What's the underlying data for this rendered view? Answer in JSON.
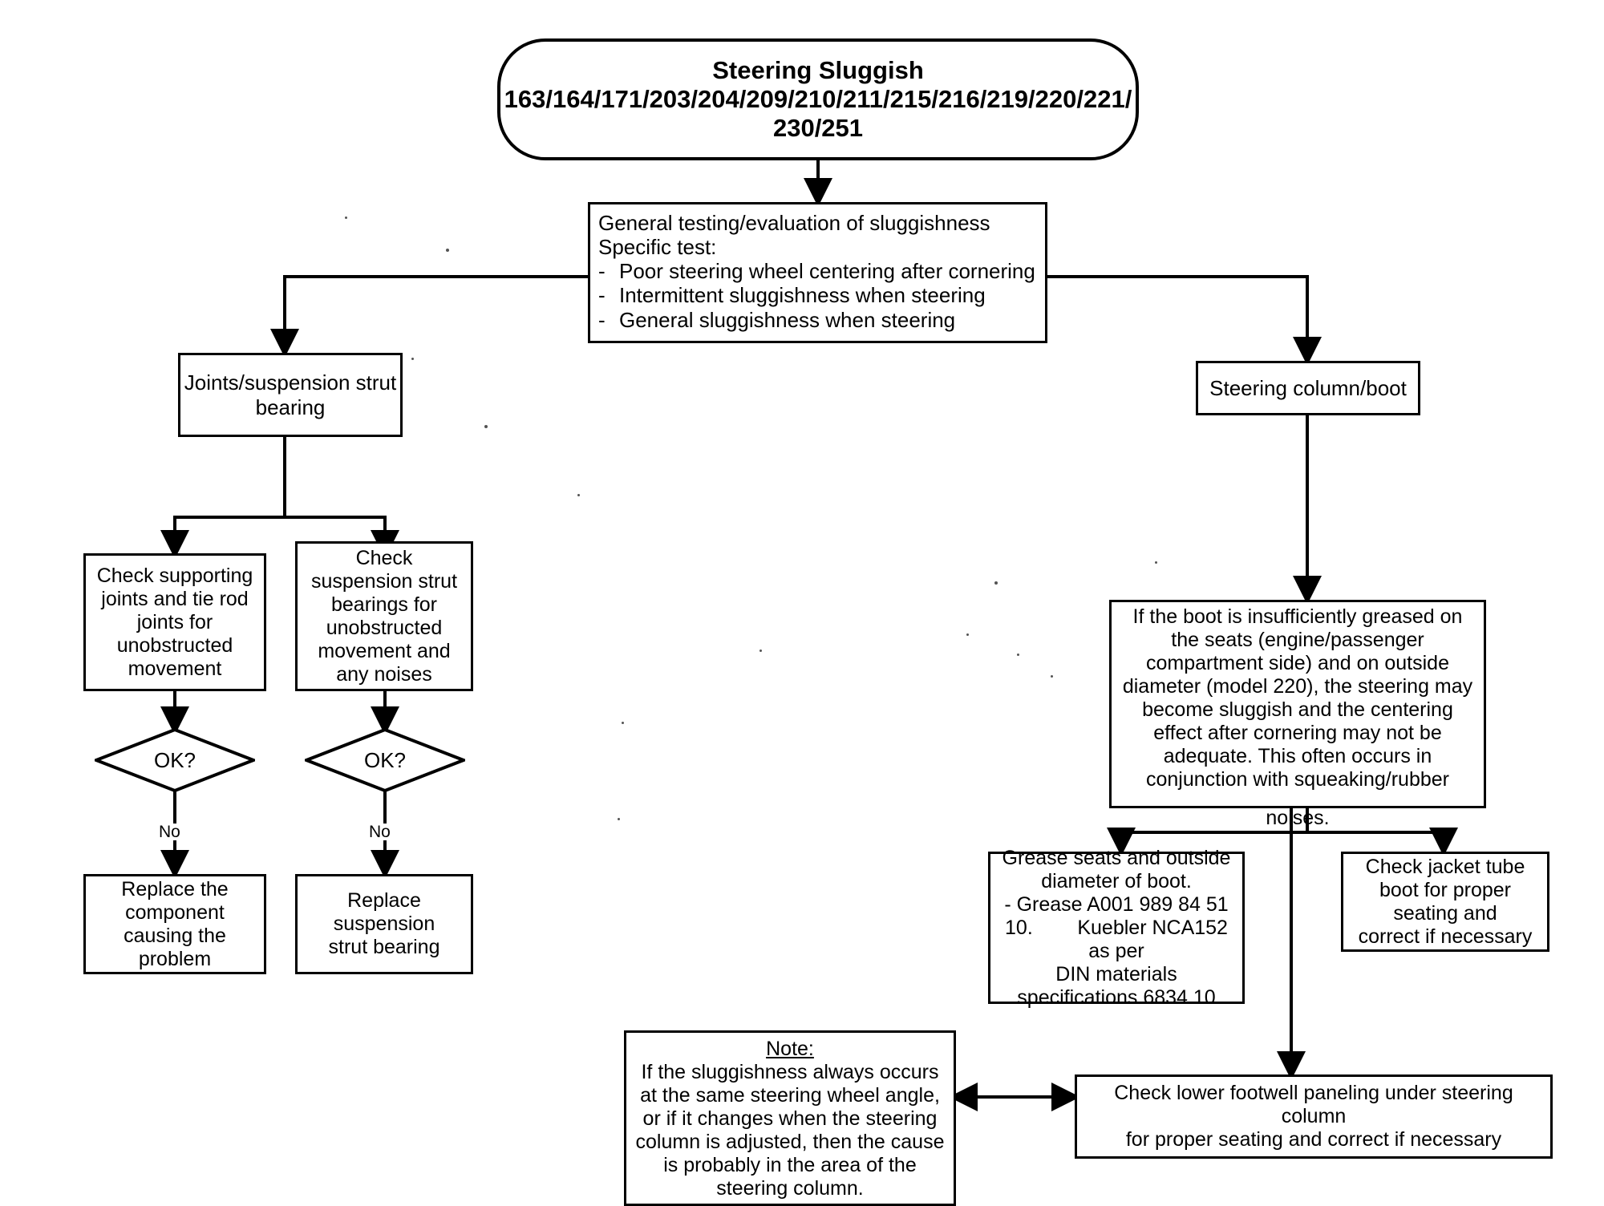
{
  "diagram": {
    "type": "flowchart",
    "title_node": {
      "name": "steering-sluggish-title",
      "lines": [
        "Steering Sluggish",
        "163/164/171/203/204/209/210/211/215/216/219/220/221/",
        "230/251"
      ]
    },
    "general_test_node": {
      "name": "general-testing-box",
      "heading_lines": [
        "General testing/evaluation of sluggishness",
        "Specific test:"
      ],
      "bullets": [
        "Poor steering wheel centering after cornering",
        "Intermittent sluggishness when steering",
        "General sluggishness when steering"
      ],
      "bullet_marker": "-"
    },
    "joints_node": {
      "name": "joints-suspension-strut-bearing-box",
      "lines": [
        "Joints/suspension strut",
        "bearing"
      ]
    },
    "steering_column_node": {
      "name": "steering-column-boot-box",
      "lines": [
        "Steering column/boot"
      ]
    },
    "check_supporting_node": {
      "name": "check-supporting-joints-box",
      "lines": [
        "Check supporting",
        "joints and tie rod",
        "joints for",
        "unobstructed",
        "movement"
      ]
    },
    "check_strut_node": {
      "name": "check-suspension-strut-bearings-box",
      "lines": [
        "Check",
        "suspension strut",
        "bearings for",
        "unobstructed",
        "movement and",
        "any noises"
      ]
    },
    "decision_left": {
      "name": "ok-decision-left",
      "label": "OK?"
    },
    "decision_right": {
      "name": "ok-decision-right",
      "label": "OK?"
    },
    "edge_label_left": {
      "name": "no-label-left",
      "text": "No"
    },
    "edge_label_right": {
      "name": "no-label-right",
      "text": "No"
    },
    "replace_component_node": {
      "name": "replace-component-box",
      "lines": [
        "Replace the",
        "component",
        "causing the",
        "problem"
      ]
    },
    "replace_strut_node": {
      "name": "replace-suspension-strut-bearing-box",
      "lines": [
        "Replace",
        "suspension",
        "strut bearing"
      ]
    },
    "boot_grease_info_node": {
      "name": "boot-insufficiently-greased-box",
      "lines": [
        "If the boot is insufficiently greased on",
        "the seats (engine/passenger",
        "compartment side) and on outside",
        "diameter (model 220), the steering may",
        "become sluggish and the centering",
        "effect after cornering may not be",
        "adequate. This often occurs in",
        "conjunction with squeaking/rubber"
      ],
      "overflow_line": "noises."
    },
    "grease_seats_node": {
      "name": "grease-seats-box",
      "lines": [
        "Grease seats and outside",
        "diameter of boot.",
        "- Grease A001 989 84 51",
        "10.        Kuebler NCA152",
        "as per",
        "DIN materials",
        "specifications 6834.10"
      ]
    },
    "jacket_tube_node": {
      "name": "check-jacket-tube-boot-box",
      "lines": [
        "Check jacket tube",
        "boot for proper",
        "seating and",
        "correct if necessary"
      ]
    },
    "note_node": {
      "name": "note-box",
      "heading": "Note:",
      "lines": [
        "If the sluggishness always occurs",
        "at the same steering wheel angle,",
        "or if it changes when the steering",
        "column is adjusted, then the cause",
        "is probably in the area of the",
        "steering column."
      ]
    },
    "footwell_node": {
      "name": "check-lower-footwell-paneling-box",
      "lines": [
        "Check lower footwell paneling under steering",
        "column",
        "for proper seating and correct if necessary"
      ]
    },
    "colors": {
      "stroke": "#000000",
      "background": "#ffffff",
      "text": "#000000"
    }
  }
}
